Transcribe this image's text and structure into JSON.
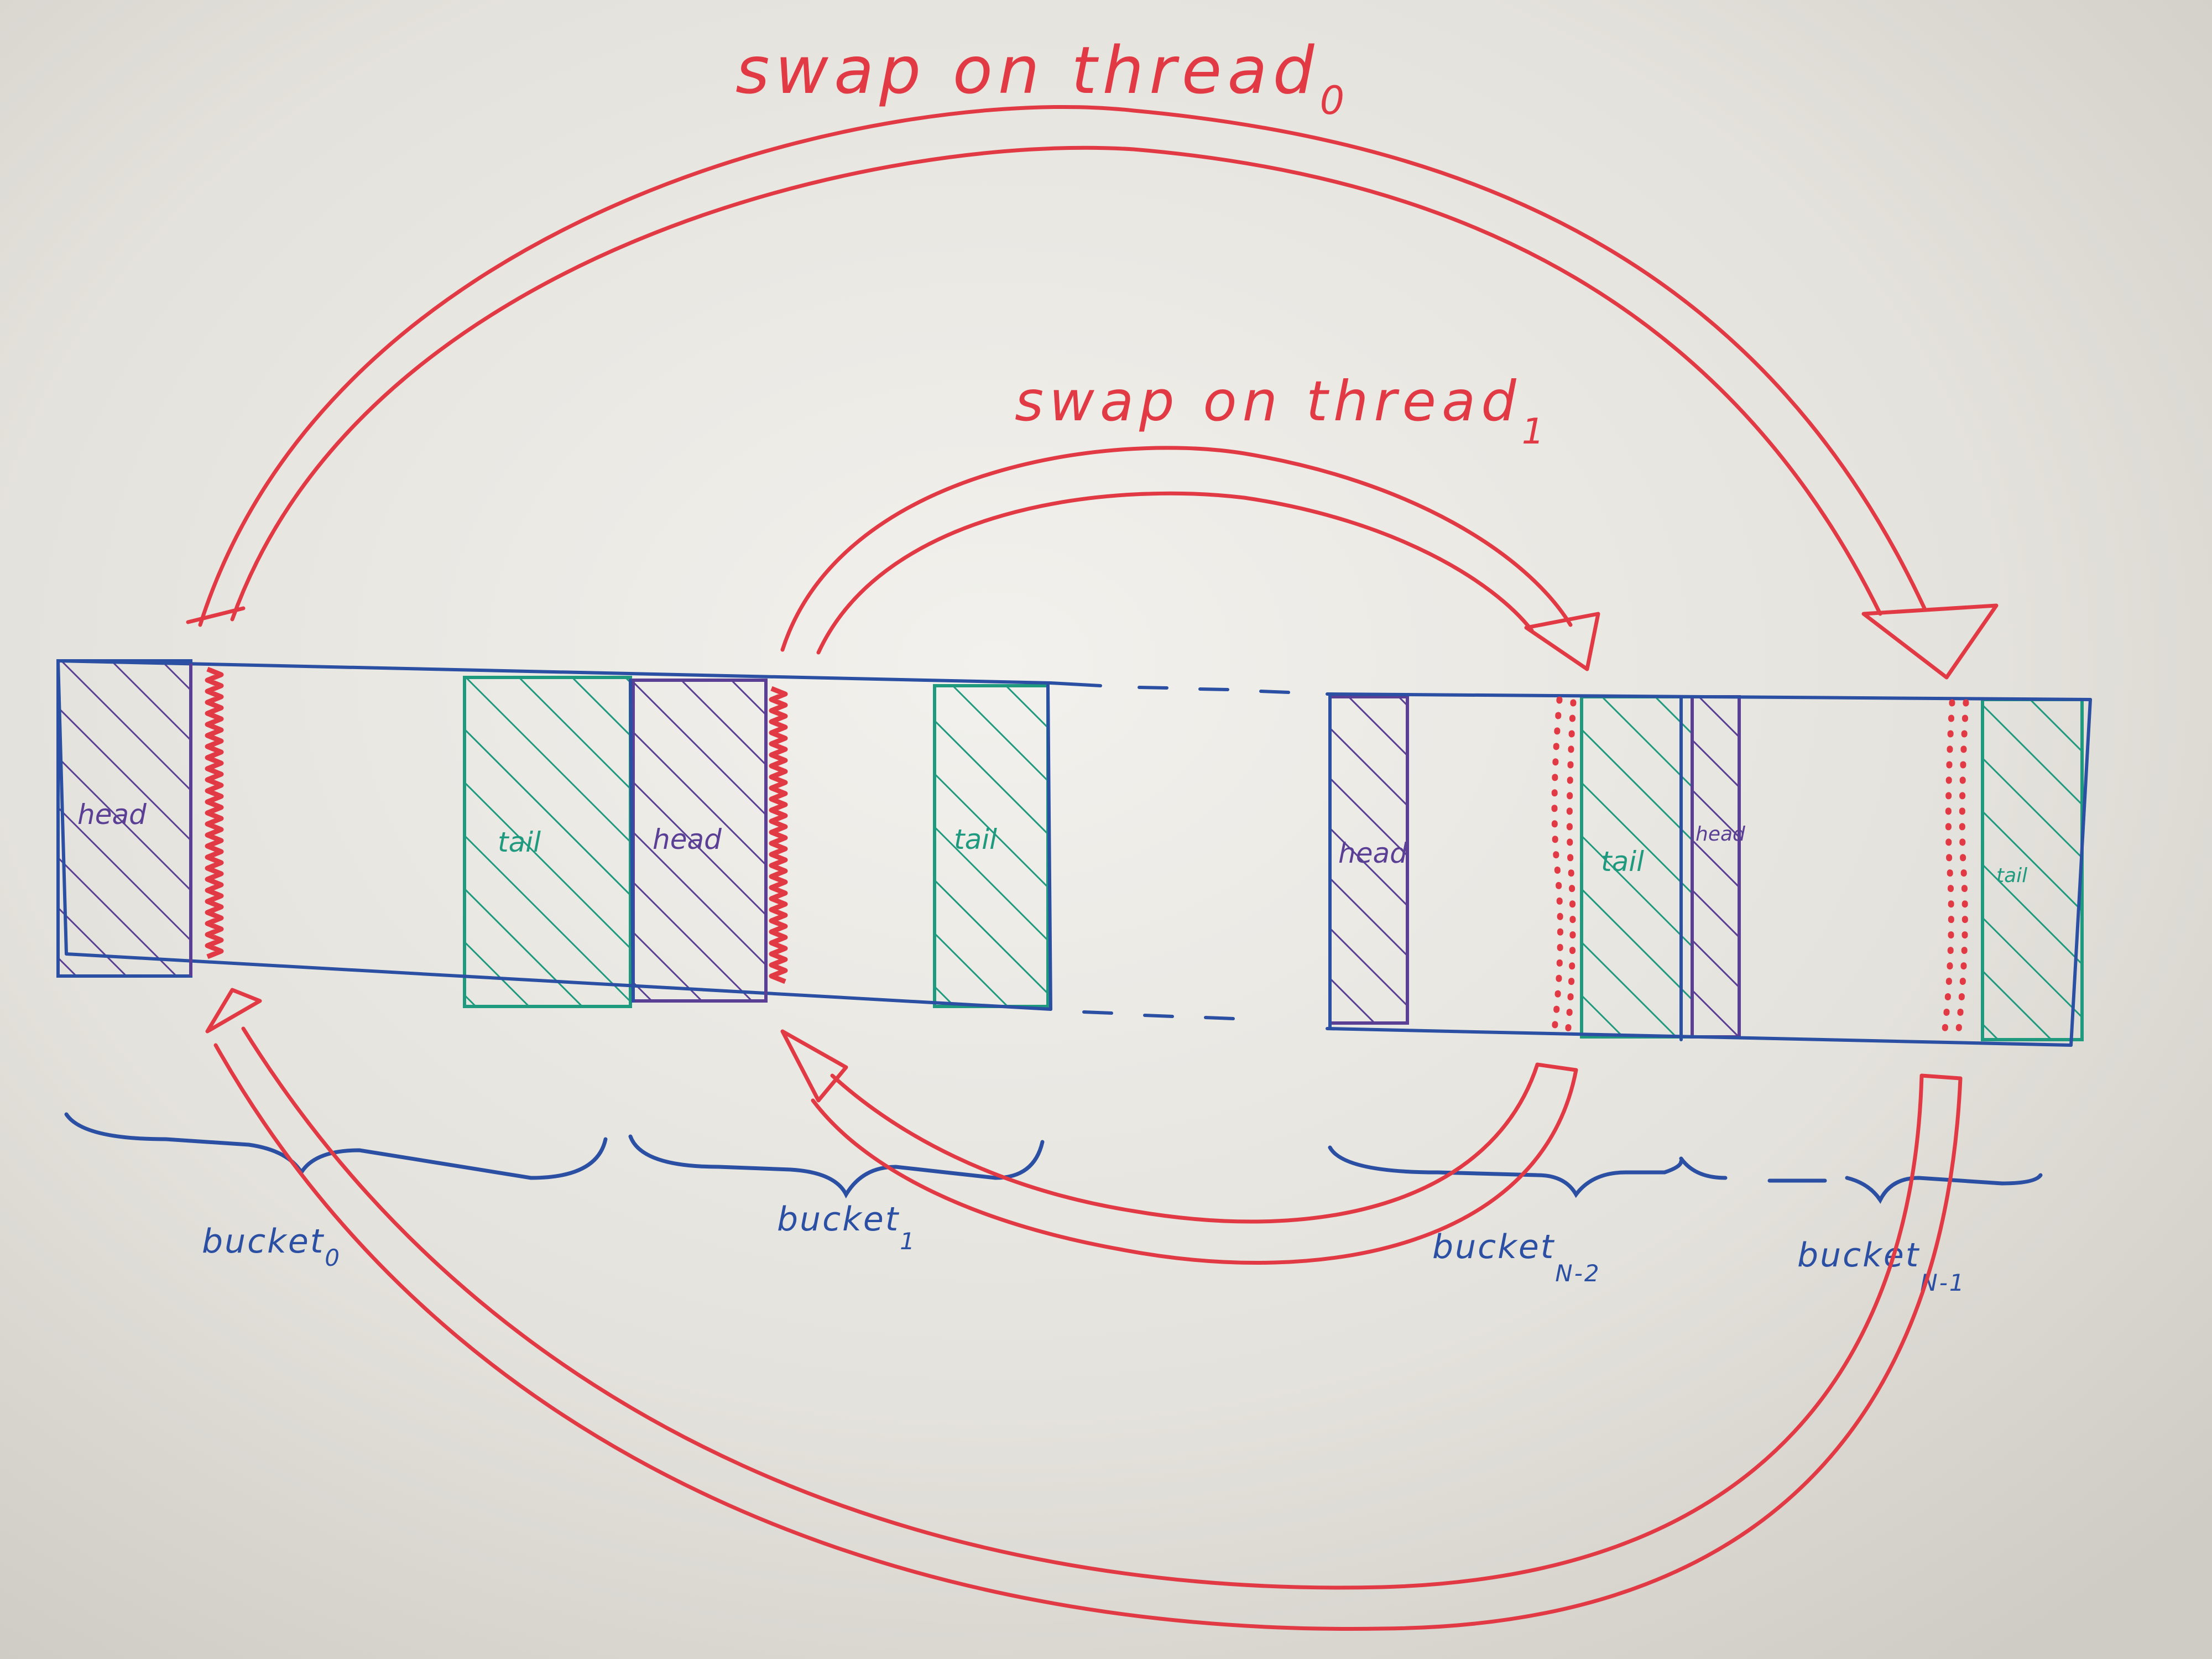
{
  "colors": {
    "board": "#dedcd6",
    "red": "#e23a45",
    "blue": "#2b4fa2",
    "purple": "#5a3f94",
    "teal": "#1f9a7e"
  },
  "top_arrow": {
    "label": "swap on thread",
    "subscript": "0"
  },
  "inner_arrow": {
    "label": "swap on thread",
    "subscript": "1"
  },
  "segments": {
    "head_0": "head",
    "tail_0": "tail",
    "head_1": "head",
    "tail_1": "tail",
    "head_n2": "head",
    "tail_n2": "tail",
    "head_n1": "head",
    "tail_n1": "tail"
  },
  "buckets": [
    {
      "label": "bucket",
      "subscript": "0"
    },
    {
      "label": "bucket",
      "subscript": "1"
    },
    {
      "label": "bucket",
      "subscript": "N-2"
    },
    {
      "label": "bucket",
      "subscript": "N-1"
    }
  ]
}
